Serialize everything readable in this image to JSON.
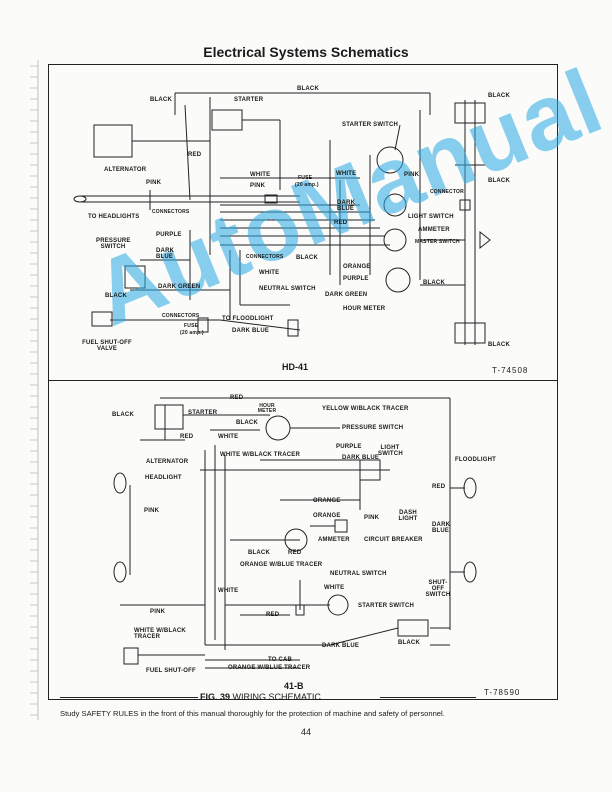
{
  "page": {
    "title": "Electrical Systems Schematics",
    "note": "Study SAFETY RULES in the front of this manual thoroughly for the protection of machine and safety of personnel.",
    "page_number": "44",
    "watermark": "AutoManual"
  },
  "figure": {
    "number": "FIG. 39",
    "caption": "WIRING SCHEMATIC"
  },
  "hd41": {
    "subtitle": "HD-41",
    "tnumber": "T-74508",
    "labels": {
      "black_top": "BLACK",
      "black_left": "BLACK",
      "starter": "STARTER",
      "black_right_top": "BLACK",
      "starter_switch": "STARTER SWITCH",
      "alternator": "ALTERNATOR",
      "red": "RED",
      "white": "WHITE",
      "white2": "WHITE",
      "pink": "PINK",
      "pink2": "PINK",
      "pink3": "PINK",
      "fuse": "FUSE",
      "fuse_amp": "(20 amp.)",
      "connector": "CONNECTOR",
      "black_conn": "BLACK",
      "to_headlights": "TO HEADLIGHTS",
      "connectors": "CONNECTORS",
      "dark_blue": "DARK BLUE",
      "light_switch": "LIGHT SWITCH",
      "red2": "RED",
      "ammeter": "AMMETER",
      "purple": "PURPLE",
      "pressure_switch": "PRESSURE SWITCH",
      "dark_blue2": "DARK BLUE",
      "master_switch": "MASTER SWITCH",
      "connectors2": "CONNECTORS",
      "black2": "BLACK",
      "orange": "ORANGE",
      "white3": "WHITE",
      "purple2": "PURPLE",
      "black3": "BLACK",
      "dark_green": "DARK GREEN",
      "neutral_switch": "NEUTRAL SWITCH",
      "dark_green2": "DARK GREEN",
      "hour_meter": "HOUR METER",
      "connectors3": "CONNECTORS",
      "to_floodlight": "TO FLOODLIGHT",
      "fuse2": "FUSE",
      "fuse2_amp": "(20 amp.)",
      "dark_blue3": "DARK BLUE",
      "fuel_shutoff_valve": "FUEL SHUT-OFF VALVE",
      "black4": "BLACK",
      "black5": "BLACK"
    }
  },
  "b41": {
    "subtitle": "41-B",
    "tnumber": "T-78590",
    "labels": {
      "red": "RED",
      "black": "BLACK",
      "starter": "STARTER",
      "hour_meter": "HOUR METER",
      "black2": "BLACK",
      "red2": "RED",
      "white": "WHITE",
      "yellow_black_tracer": "YELLOW W/BLACK TRACER",
      "pressure_switch": "PRESSURE SWITCH",
      "alternator": "ALTERNATOR",
      "white_black_tracer": "WHITE W/BLACK TRACER",
      "purple": "PURPLE",
      "dark_blue": "DARK BLUE",
      "light_switch": "LIGHT SWITCH",
      "floodlight": "FLOODLIGHT",
      "headlight": "HEADLIGHT",
      "red3": "RED",
      "orange": "ORANGE",
      "orange2": "ORANGE",
      "pink": "PINK",
      "pink2": "PINK",
      "dash_light": "DASH LIGHT",
      "dark_blue2": "DARK BLUE",
      "ammeter": "AMMETER",
      "circuit_breaker": "CIRCUIT BREAKER",
      "black3": "BLACK",
      "red4": "RED",
      "orange_blue_tracer": "ORANGE W/BLUE TRACER",
      "neutral_switch": "NEUTRAL SWITCH",
      "white2": "WHITE",
      "white3": "WHITE",
      "red5": "RED",
      "starter_switch": "STARTER SWITCH",
      "shutoff_switch": "SHUT-OFF SWITCH",
      "pink3": "PINK",
      "white_black_tracer2": "WHITE W/BLACK TRACER",
      "black4": "BLACK",
      "dark_blue3": "DARK BLUE",
      "fuel_shutoff": "FUEL SHUT-OFF",
      "to_cab": "TO CAB",
      "orange_blue_tracer2": "ORANGE W/BLUE TRACER"
    }
  }
}
